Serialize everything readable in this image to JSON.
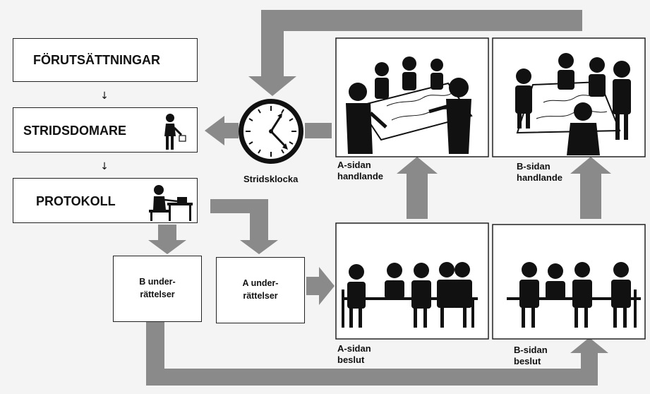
{
  "left_column": {
    "forutsattningar": "FÖRUTSÄTTNINGAR",
    "stridsdomare": "STRIDSDOMARE",
    "protokoll": "PROTOKOLL",
    "arrow_glyph": "↓"
  },
  "clock": {
    "label": "Stridsklocka"
  },
  "reports": {
    "b_line1": "B under-",
    "b_line2": "rättelser",
    "a_line1": "A under-",
    "a_line2": "rättelser"
  },
  "panels": {
    "a_action_line1": "A-sidan",
    "a_action_line2": "handlande",
    "b_action_line1": "B-sidan",
    "b_action_line2": "handlande",
    "a_decision_line1": "A-sidan",
    "a_decision_line2": "beslut",
    "b_decision_line1": "B-sidan",
    "b_decision_line2": "beslut"
  },
  "colors": {
    "arrow": "#8a8a8a",
    "ink": "#111111",
    "paper": "#ffffff",
    "background": "#f4f4f4"
  }
}
